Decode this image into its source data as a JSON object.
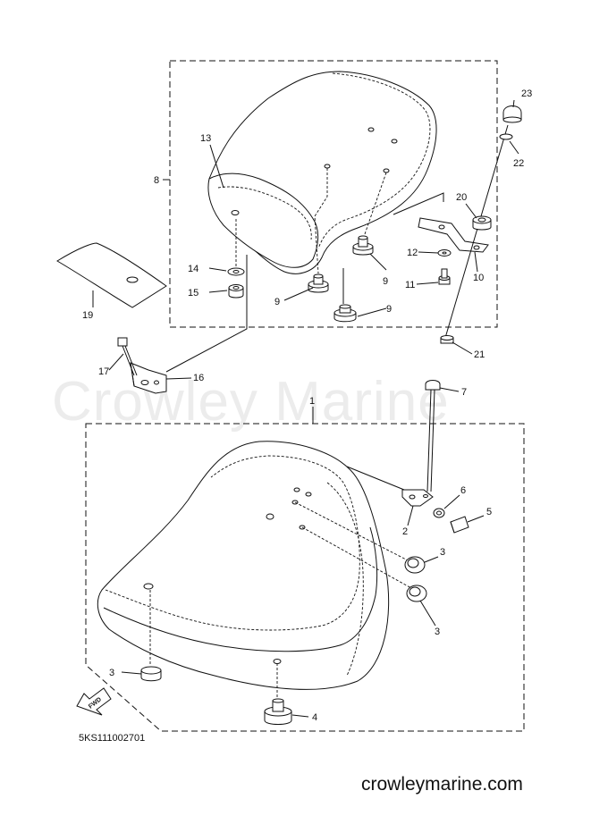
{
  "watermark": "Crowley Marine",
  "drawing_code": "5KS111002701",
  "website": "crowleymarine.com",
  "fwd_label": "FWD",
  "callouts": [
    "1",
    "2",
    "3",
    "3",
    "3",
    "4",
    "5",
    "6",
    "7",
    "8",
    "9",
    "9",
    "9",
    "10",
    "11",
    "12",
    "13",
    "14",
    "15",
    "16",
    "17",
    "19",
    "20",
    "21",
    "22",
    "23"
  ]
}
